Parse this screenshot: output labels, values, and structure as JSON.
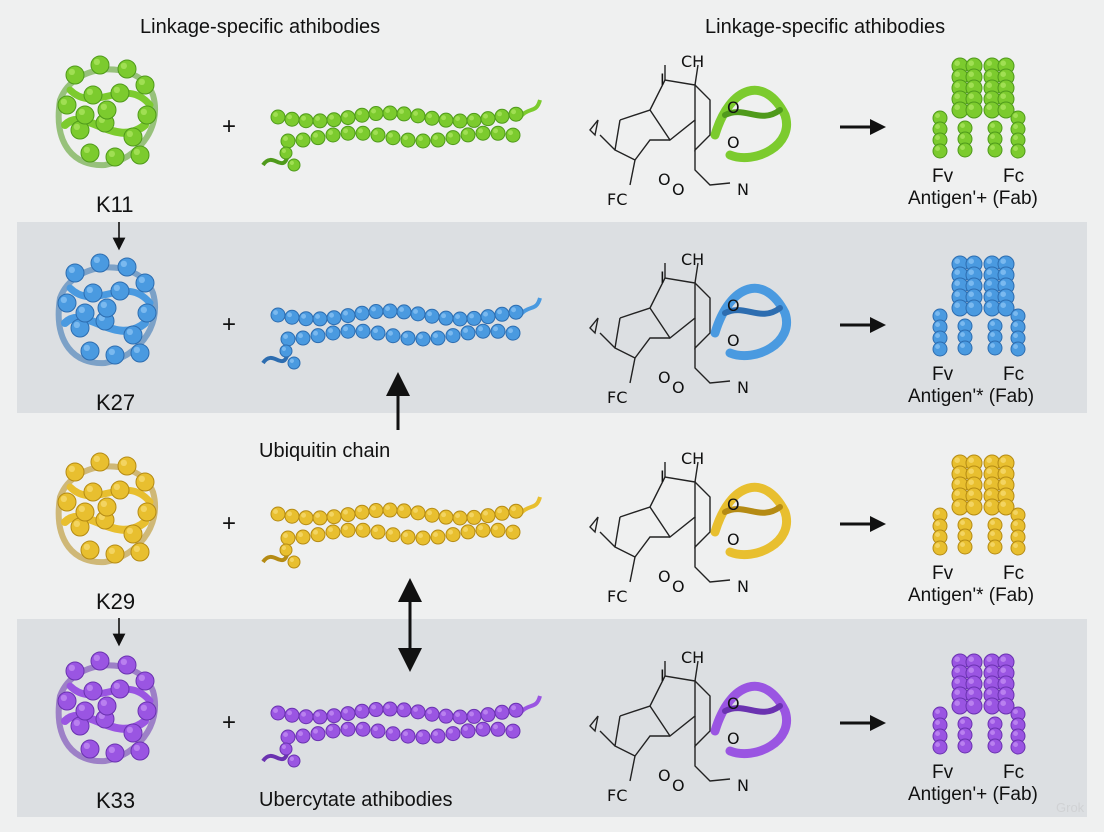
{
  "headers": {
    "left": "Linkage-specific athibodies",
    "right": "Linkage-specific athibodies"
  },
  "annotations": {
    "ubiquitin_chain": "Ubiquitin chain",
    "ubercytate": "Ubercytate athibodies"
  },
  "plus_symbol": "+",
  "rows": [
    {
      "label": "K11",
      "color": "#7ccb2e",
      "dark": "#4f9a1b",
      "light": "#a9e35c",
      "antibody": {
        "fv": "Fv",
        "fc": "Fc",
        "antigen": "Antigen'+ (Fab)"
      }
    },
    {
      "label": "K27",
      "color": "#4a9ae0",
      "dark": "#2d6db0",
      "light": "#86c1f2",
      "antibody": {
        "fv": "Fv",
        "fc": "Fc",
        "antigen": "Antigen'* (Fab)"
      }
    },
    {
      "label": "K29",
      "color": "#e8bf2f",
      "dark": "#b58b14",
      "light": "#f5da6e",
      "antibody": {
        "fv": "Fv",
        "fc": "Fc",
        "antigen": "Antigen'* (Fab)"
      }
    },
    {
      "label": "K33",
      "color": "#9a55e2",
      "dark": "#6a32b0",
      "light": "#c08bf2",
      "antibody": {
        "fv": "Fv",
        "fc": "Fc",
        "antigen": "Antigen'+ (Fab)"
      }
    }
  ],
  "chemistry": {
    "ch": "CH",
    "i": "I",
    "o1": "O",
    "o2": "O",
    "o3": "O",
    "o4": "O",
    "n": "N",
    "fc": "FC"
  },
  "watermark": "Grok"
}
